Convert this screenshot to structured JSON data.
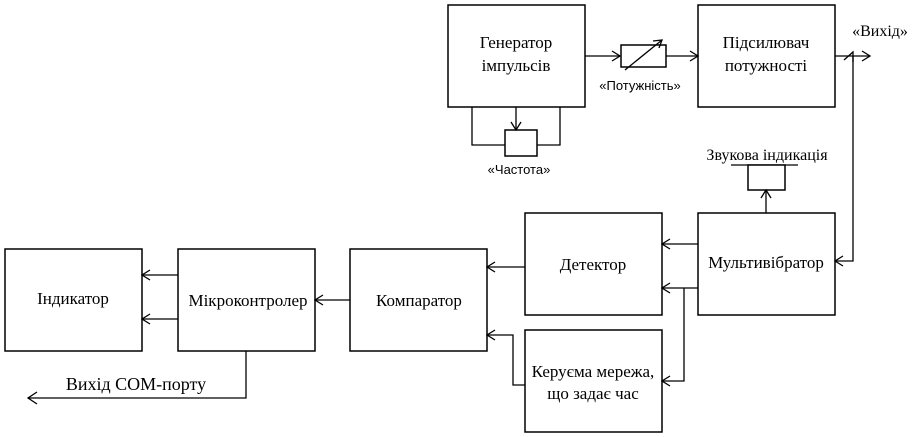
{
  "blocks": {
    "generator": [
      "Генератор",
      "імпульсів"
    ],
    "amplifier": [
      "Підсилювач",
      "потужності"
    ],
    "multivibrator": [
      "Мультивібратор"
    ],
    "detector": [
      "Детектор"
    ],
    "comparator": [
      "Компаратор"
    ],
    "microcontroller": [
      "Мікроконтролер"
    ],
    "indicator": [
      "Індикатор"
    ],
    "timer_network": [
      "Керуєма мережа,",
      "що задає час"
    ]
  },
  "labels": {
    "power": "«Потужність»",
    "frequency": "«Частота»",
    "output": "«Вихід»",
    "sound_indication": "Звукова індикація",
    "com_port_output": "Вихід COM-порту"
  }
}
